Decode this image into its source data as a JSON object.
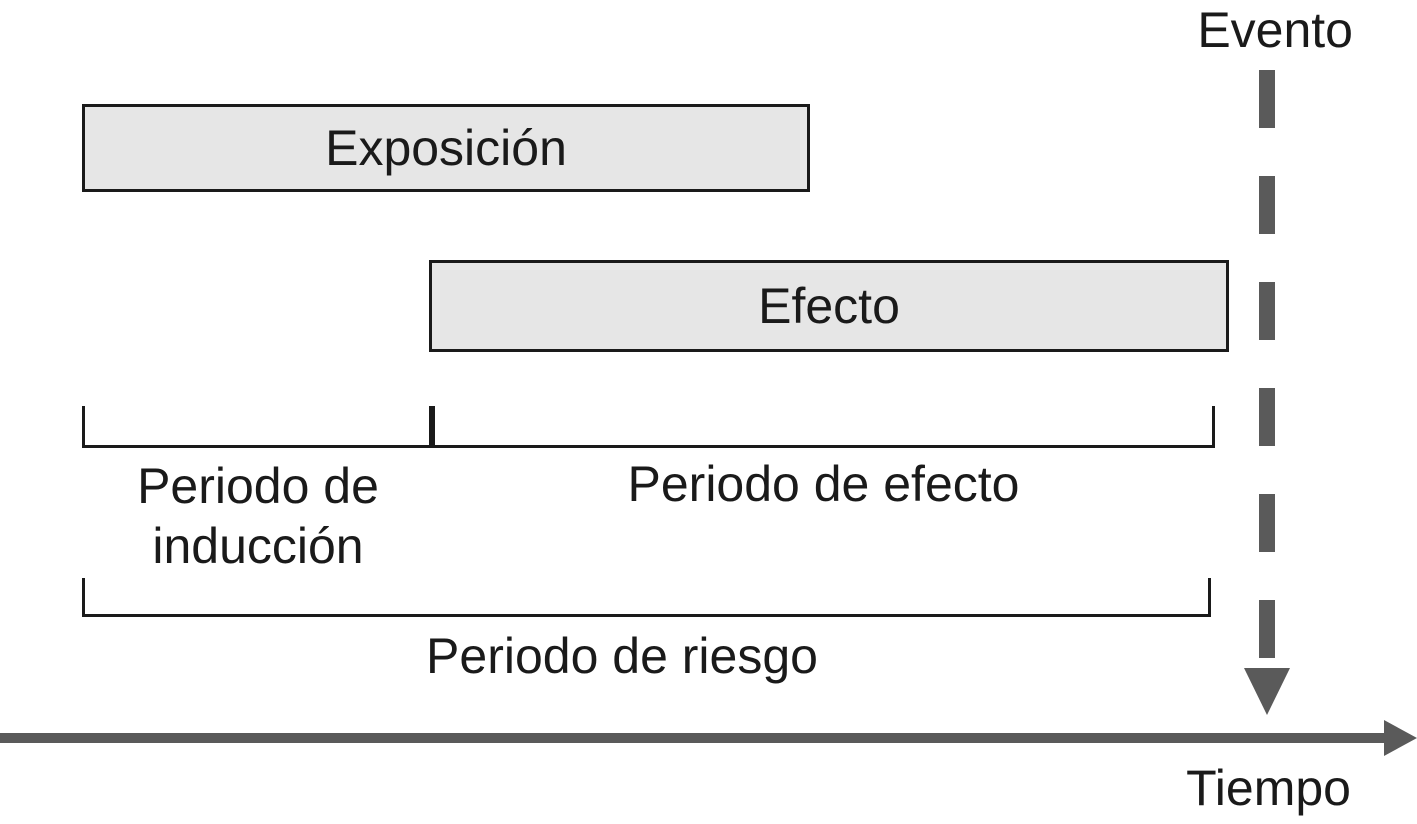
{
  "diagram": {
    "event_label": "Evento",
    "time_label": "Tiempo",
    "exposure_label": "Exposición",
    "effect_label": "Efecto",
    "induction_period_label": "Periodo de inducción",
    "effect_period_label": "Periodo de efecto",
    "risk_period_label": "Periodo de riesgo"
  },
  "colors": {
    "box_fill": "#e6e6e6",
    "line": "#1a1a1a",
    "axis": "#5a5a5a"
  }
}
